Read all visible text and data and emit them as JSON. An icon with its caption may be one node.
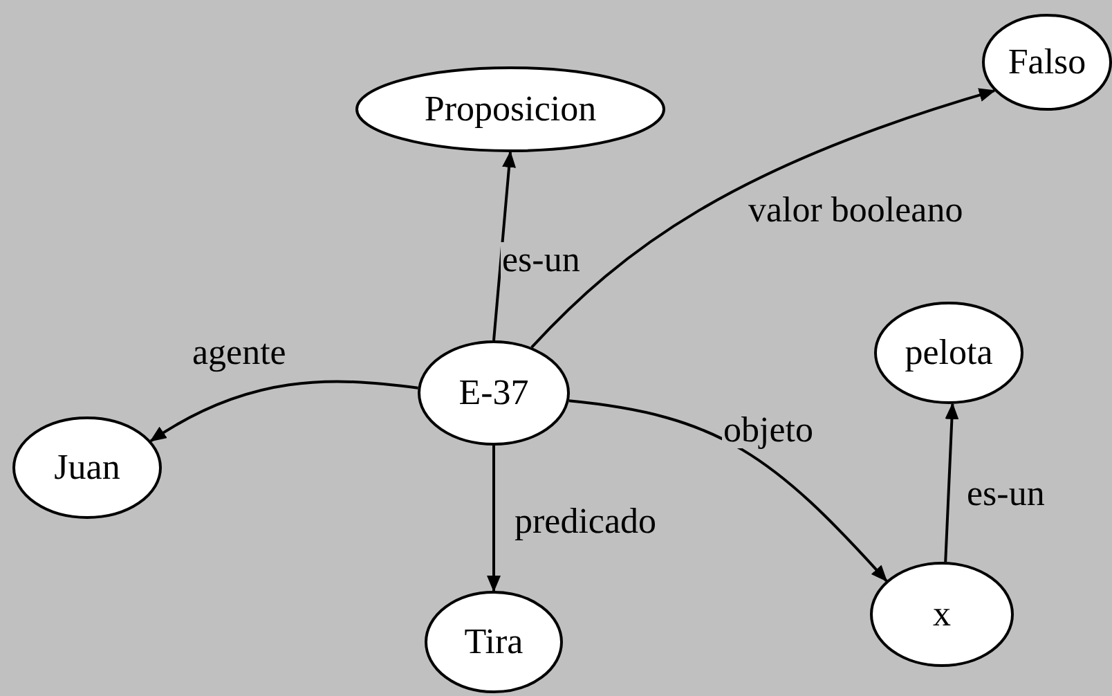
{
  "diagram": {
    "nodes": [
      {
        "text": [
          "Proposicion"
        ]
      },
      {
        "text": [
          "Falso"
        ]
      },
      {
        "text": [
          "E-37"
        ]
      },
      {
        "text": [
          "pelota"
        ]
      },
      {
        "text": [
          "Juan"
        ]
      },
      {
        "text": [
          "Tira"
        ]
      },
      {
        "text": [
          "x"
        ]
      }
    ],
    "edges": [
      {
        "from": 2,
        "to": 4,
        "arrow": "to",
        "label": "agente"
      },
      {
        "from": 2,
        "to": 1,
        "arrow": "to",
        "label": "valor booleano"
      },
      {
        "from": 2,
        "to": 0,
        "arrow": "to",
        "label": "es-un"
      },
      {
        "from": 2,
        "to": 5,
        "arrow": "to",
        "label": "predicado"
      },
      {
        "from": 2,
        "to": 6,
        "arrow": "to",
        "label": "objeto"
      },
      {
        "from": 6,
        "to": 3,
        "arrow": "to",
        "label": "es-un"
      }
    ]
  }
}
